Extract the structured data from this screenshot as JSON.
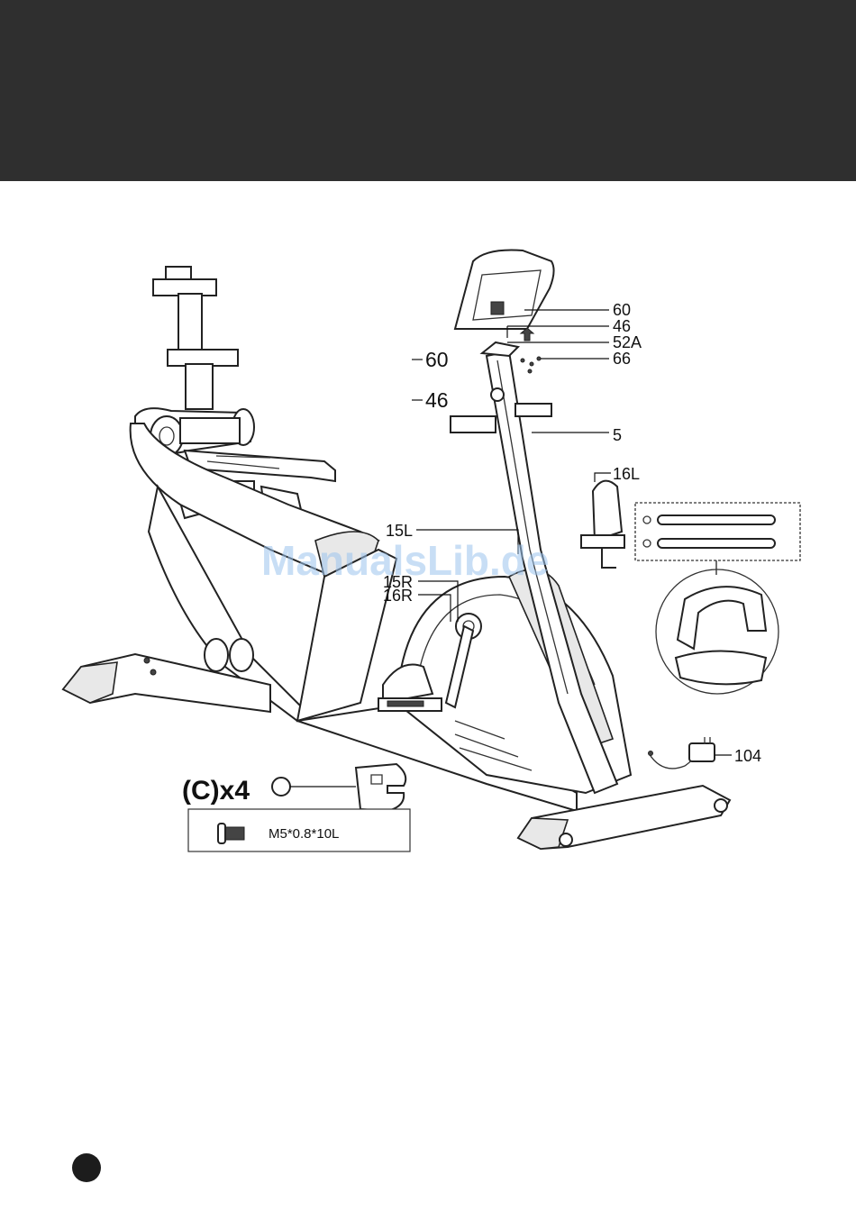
{
  "labels": {
    "p60a": "60",
    "p46a": "46",
    "p52a": "52A",
    "p66": "66",
    "p60b": "60",
    "p46b": "46",
    "p5": "5",
    "p16l": "16L",
    "p15l": "15L",
    "p15r": "15R",
    "p16r": "16R",
    "p104": "104"
  },
  "hardware": {
    "quantity": "(C)x4",
    "spec": "M5*0.8*10L"
  },
  "watermark": "ManualsLib.de",
  "colors": {
    "header": "#2f2f2f",
    "watermark": "#9cc4ee",
    "line": "#111111"
  }
}
